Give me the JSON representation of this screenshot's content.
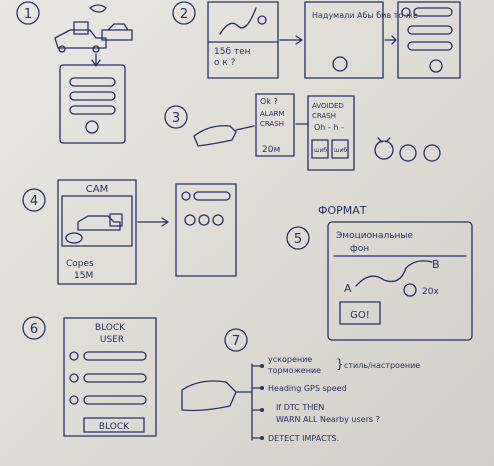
{
  "sections": {
    "s1": {
      "number": "1"
    },
    "s2": {
      "number": "2",
      "screen1": {
        "line1": "15б тен",
        "line2": "о к ?"
      },
      "screen2": {
        "text": "Надумали Абы бив то же"
      }
    },
    "s3": {
      "number": "3",
      "screen1": {
        "line1": "Ok ?",
        "line2": "ALARM",
        "line3": "CRASH",
        "line4": "20м"
      },
      "screen2": {
        "line1": "AVOIDED",
        "line2": "CRASH",
        "line3": "Oh - h -",
        "box1": "шиб",
        "box2": "шиб"
      }
    },
    "s4": {
      "number": "4",
      "title": "CAM",
      "line1": "Copes",
      "line2": "15M"
    },
    "s5": {
      "number": "5",
      "label": "ФОРМАТ",
      "title_line1": "Эмоциональные",
      "title_line2": "фон",
      "point_a": "A",
      "point_b": "B",
      "count": "20x",
      "button": "GO!"
    },
    "s6": {
      "number": "6",
      "title_line1": "BLOCK",
      "title_line2": "USER",
      "button": "BLOCK"
    },
    "s7": {
      "number": "7",
      "item1_line1": "ускорение",
      "item1_line2": "торможение",
      "item1_right": "стиль/настроение",
      "item2": "Heading GPS speed",
      "item3_line1": "If DTC THEN",
      "item3_line2": "WARN ALL Nearby users ?",
      "item4": "DETECT IMPACTS."
    }
  },
  "colors": {
    "ink": "#27306b",
    "paper": "#e6e3dd"
  }
}
